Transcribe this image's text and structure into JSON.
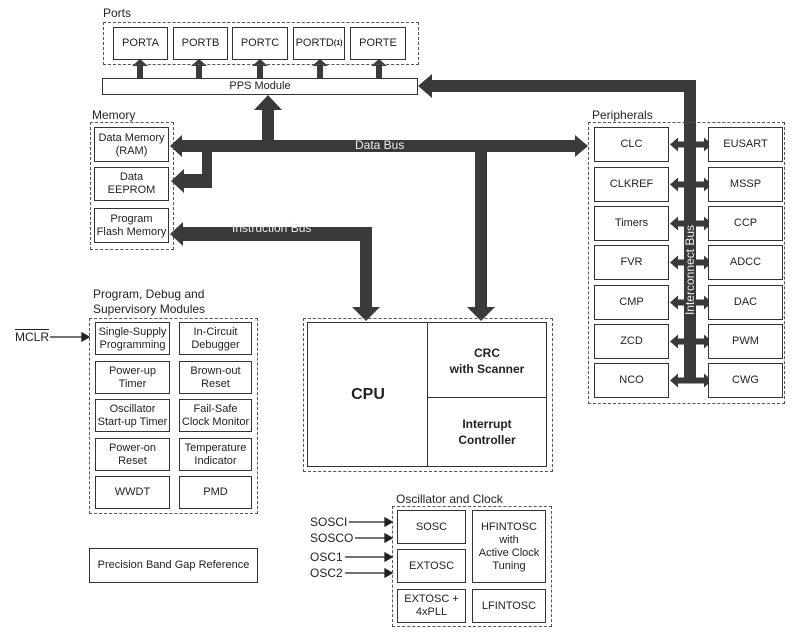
{
  "ports": {
    "title": "Ports",
    "items": [
      "PORTA",
      "PORTB",
      "PORTC",
      "PORTD",
      "PORTE"
    ],
    "portd_note": "(1)"
  },
  "pps": "PPS Module",
  "memory": {
    "title": "Memory",
    "items": [
      "Data Memory\n(RAM)",
      "Data\nEEPROM",
      "Program\nFlash Memory"
    ]
  },
  "buses": {
    "data": "Data Bus",
    "instruction": "Instruction Bus",
    "interconnect": "Interconnect Bus"
  },
  "peripherals": {
    "title": "Peripherals",
    "left": [
      "CLC",
      "CLKREF",
      "Timers",
      "FVR",
      "CMP",
      "ZCD",
      "NCO"
    ],
    "right": [
      "EUSART",
      "MSSP",
      "CCP",
      "ADCC",
      "DAC",
      "PWM",
      "CWG"
    ]
  },
  "supervisory": {
    "title": "Program, Debug and\nSupervisory Modules",
    "items": [
      "Single-Supply\nProgramming",
      "In-Circuit\nDebugger",
      "Power-up\nTimer",
      "Brown-out\nReset",
      "Oscillator\nStart-up Timer",
      "Fail-Safe\nClock Monitor",
      "Power-on\nReset",
      "Temperature\nIndicator",
      "WWDT",
      "PMD"
    ],
    "mclr": "MCLR"
  },
  "core": {
    "cpu": "CPU",
    "crc": "CRC\nwith Scanner",
    "interrupt": "Interrupt\nController"
  },
  "oscillator": {
    "title": "Oscillator and Clock",
    "sosc": "SOSC",
    "extosc": "EXTOSC",
    "extosc_pll": "EXTOSC +\n4xPLL",
    "hfintosc": "HFINTOSC\nwith\nActive Clock\nTuning",
    "lfintosc": "LFINTOSC",
    "pins": [
      "SOSCI",
      "SOSCO",
      "OSC1",
      "OSC2"
    ]
  },
  "bandgap": "Precision Band Gap Reference"
}
